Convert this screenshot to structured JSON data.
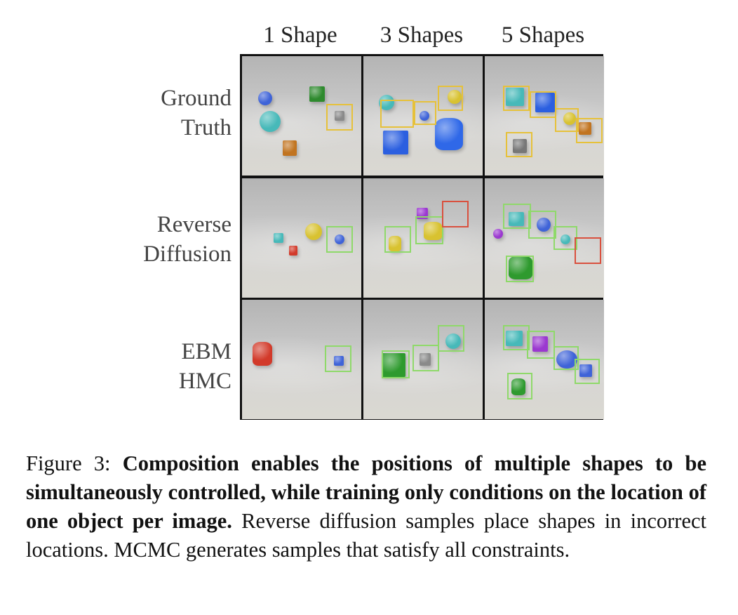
{
  "figure": {
    "column_headers": [
      "1 Shape",
      "3 Shapes",
      "5 Shapes"
    ],
    "rows": [
      {
        "label": [
          "Ground",
          "Truth"
        ],
        "cells": [
          {
            "objects": [
              {
                "shape": "sphere",
                "color": "#3f63d8"
              },
              {
                "shape": "cube",
                "color": "#2e8a2e"
              },
              {
                "shape": "sphere",
                "color": "#47b9b9"
              },
              {
                "shape": "cube",
                "color": "#8a8a8a"
              },
              {
                "shape": "cube",
                "color": "#c17420"
              }
            ],
            "boxes": [
              {
                "color": "#e6c13a"
              }
            ]
          },
          {
            "objects": [
              {
                "shape": "sphere",
                "color": "#47b9b9"
              },
              {
                "shape": "sphere",
                "color": "#d8c230"
              },
              {
                "shape": "cube",
                "color": "#2b5fe0"
              },
              {
                "shape": "sphere",
                "color": "#3f63d8"
              },
              {
                "shape": "cylinder",
                "color": "#2f68e8"
              }
            ],
            "boxes": [
              {
                "color": "#e6c13a"
              },
              {
                "color": "#e6c13a"
              },
              {
                "color": "#e6c13a"
              }
            ]
          },
          {
            "objects": [
              {
                "shape": "cube",
                "color": "#47b9b9"
              },
              {
                "shape": "cube",
                "color": "#2b5fe0"
              },
              {
                "shape": "sphere",
                "color": "#d8c230"
              },
              {
                "shape": "cube",
                "color": "#c17420"
              },
              {
                "shape": "cube",
                "color": "#777777"
              }
            ],
            "boxes": [
              {
                "color": "#e6c13a"
              },
              {
                "color": "#e6c13a"
              },
              {
                "color": "#e6c13a"
              },
              {
                "color": "#e6c13a"
              },
              {
                "color": "#e6c13a"
              }
            ]
          }
        ]
      },
      {
        "label": [
          "Reverse",
          "Diffusion"
        ],
        "cells": [
          {
            "objects": [
              {
                "shape": "cube",
                "color": "#47b9b9"
              },
              {
                "shape": "sphere",
                "color": "#d8c230"
              },
              {
                "shape": "cube",
                "color": "#d23a2a"
              },
              {
                "shape": "sphere",
                "color": "#3f63d8"
              }
            ],
            "boxes": [
              {
                "color": "#8fd96a"
              }
            ]
          },
          {
            "objects": [
              {
                "shape": "cube",
                "color": "#9b38d0"
              },
              {
                "shape": "cylinder",
                "color": "#d8c230"
              },
              {
                "shape": "cylinder",
                "color": "#d8c230"
              }
            ],
            "boxes": [
              {
                "color": "#8fd96a"
              },
              {
                "color": "#8fd96a"
              },
              {
                "color": "#d9503e"
              }
            ]
          },
          {
            "objects": [
              {
                "shape": "cube",
                "color": "#47b9b9"
              },
              {
                "shape": "sphere",
                "color": "#3f63d8"
              },
              {
                "shape": "sphere",
                "color": "#9b38d0"
              },
              {
                "shape": "sphere",
                "color": "#47b9b9"
              },
              {
                "shape": "cylinder",
                "color": "#2e9a2e"
              }
            ],
            "boxes": [
              {
                "color": "#8fd96a"
              },
              {
                "color": "#8fd96a"
              },
              {
                "color": "#8fd96a"
              },
              {
                "color": "#d9503e"
              },
              {
                "color": "#8fd96a"
              }
            ]
          }
        ]
      },
      {
        "label": [
          "EBM",
          "HMC"
        ],
        "cells": [
          {
            "objects": [
              {
                "shape": "cylinder",
                "color": "#d23a2a"
              },
              {
                "shape": "cube",
                "color": "#3f63d8"
              }
            ],
            "boxes": [
              {
                "color": "#8fd96a"
              }
            ]
          },
          {
            "objects": [
              {
                "shape": "cube",
                "color": "#2e9a2e"
              },
              {
                "shape": "cube",
                "color": "#8a8a8a"
              },
              {
                "shape": "sphere",
                "color": "#47b9b9"
              }
            ],
            "boxes": [
              {
                "color": "#8fd96a"
              },
              {
                "color": "#8fd96a"
              },
              {
                "color": "#8fd96a"
              }
            ]
          },
          {
            "objects": [
              {
                "shape": "cube",
                "color": "#47b9b9"
              },
              {
                "shape": "cube",
                "color": "#9b38d0"
              },
              {
                "shape": "sphere",
                "color": "#3f63d8"
              },
              {
                "shape": "cube",
                "color": "#3f63d8"
              },
              {
                "shape": "cylinder",
                "color": "#2e9a2e"
              }
            ],
            "boxes": [
              {
                "color": "#8fd96a"
              },
              {
                "color": "#8fd96a"
              },
              {
                "color": "#8fd96a"
              },
              {
                "color": "#8fd96a"
              },
              {
                "color": "#8fd96a"
              }
            ]
          }
        ]
      }
    ]
  },
  "caption": {
    "prefix": "Figure 3: ",
    "bold": "Composition enables the positions of multiple shapes to be simultaneously controlled, while training only conditions on the location of one object per image.",
    "rest": " Reverse diffusion samples place shapes in incorrect locations. MCMC generates samples that satisfy all constraints."
  }
}
